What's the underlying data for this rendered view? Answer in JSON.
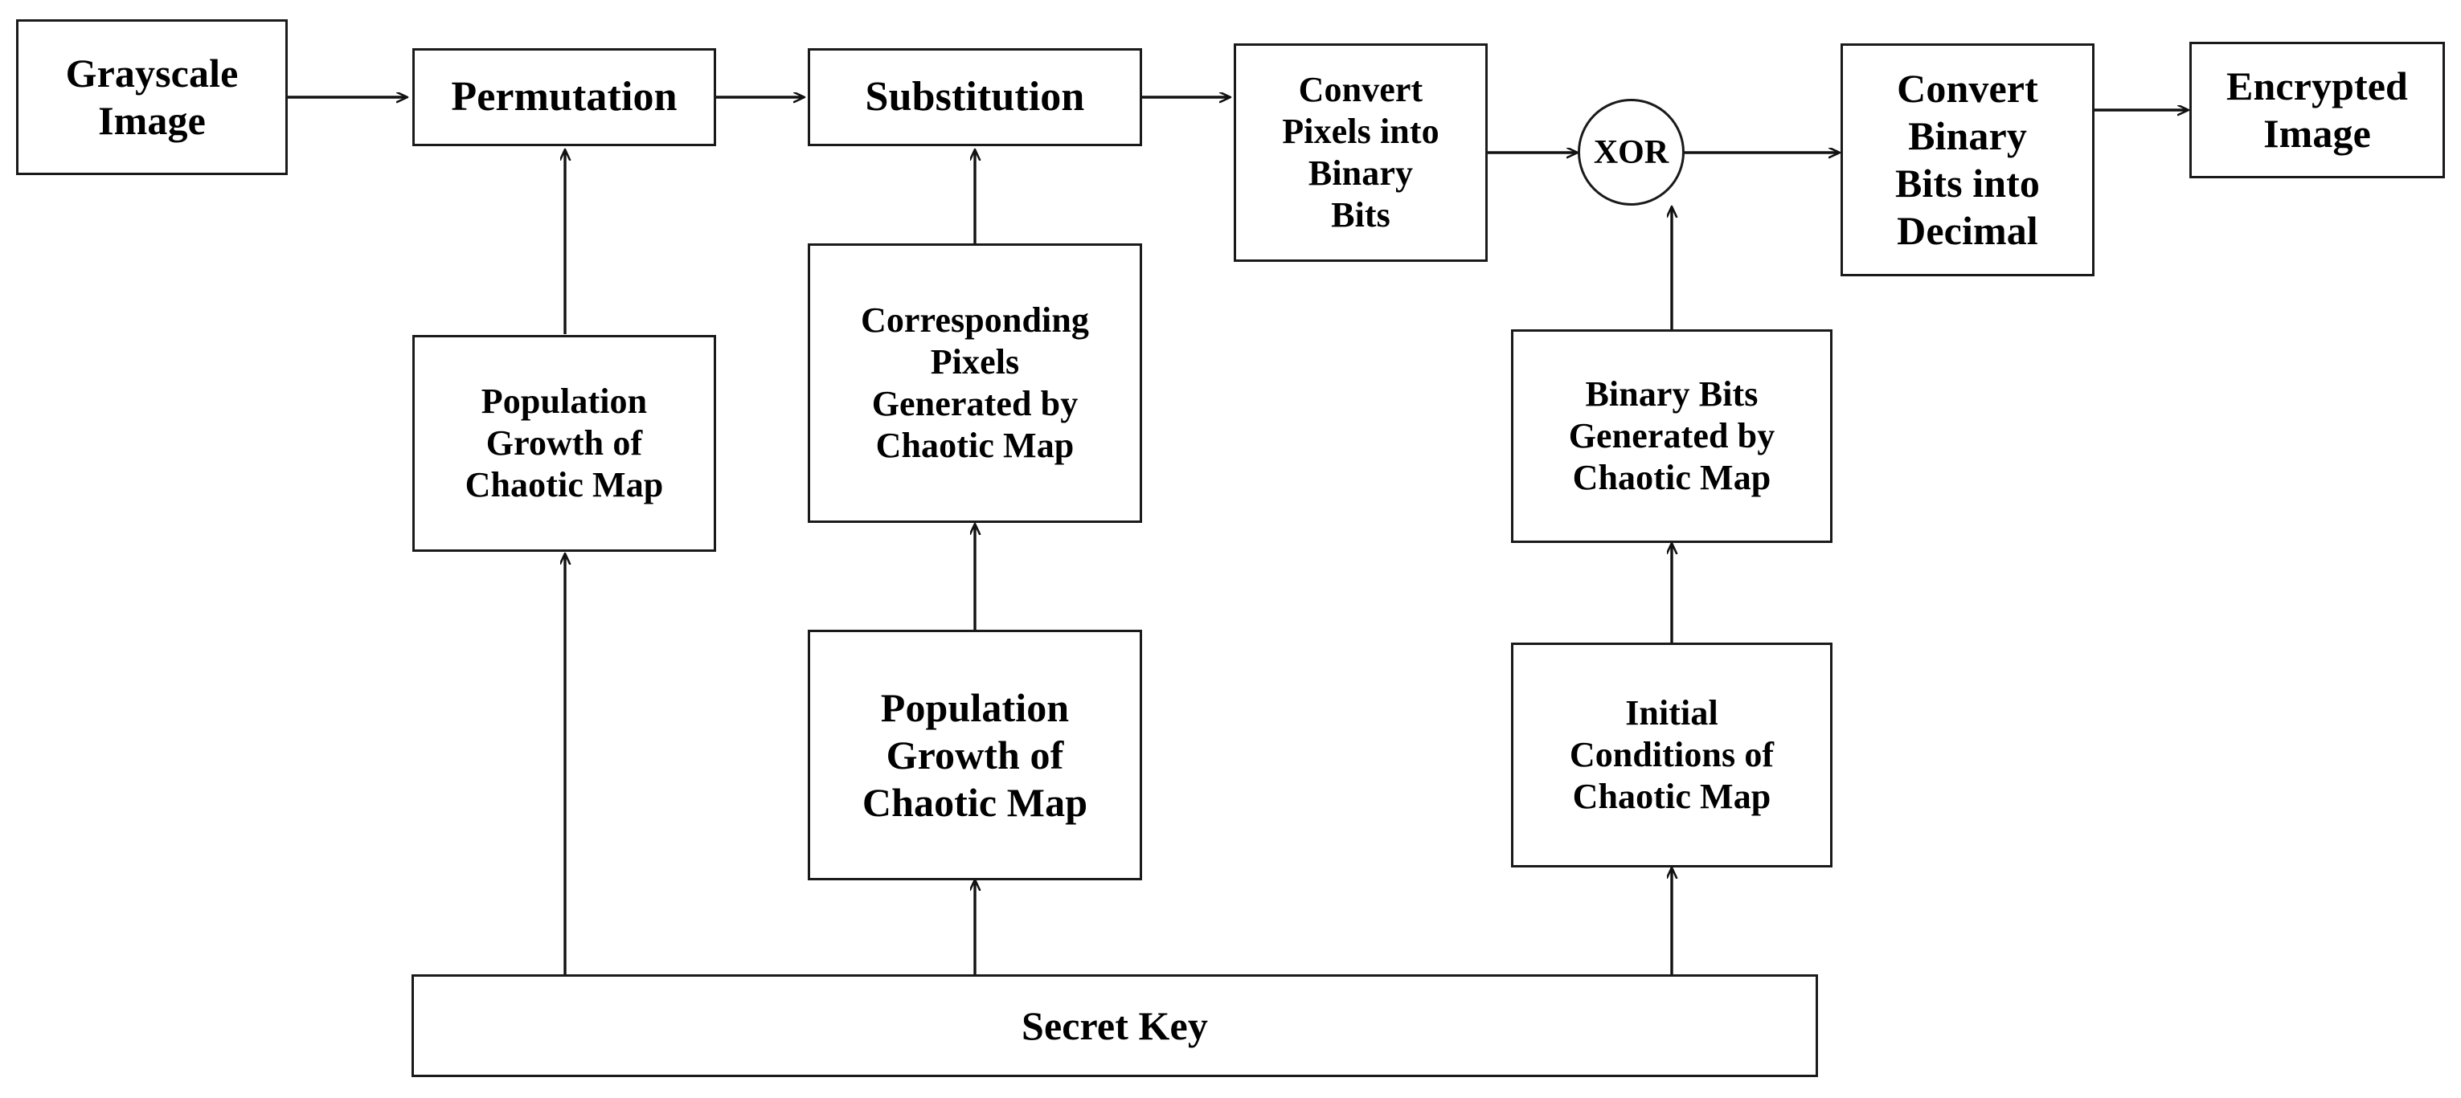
{
  "diagram": {
    "title": "Chaotic Map Based Image Encryption Block Diagram",
    "background_color": "#ffffff",
    "stroke_color": "#1a1a1a",
    "nodes": {
      "grayscale_image": "Grayscale\nImage",
      "permutation": "Permutation",
      "substitution": "Substitution",
      "convert_pixels_to_binary": "Convert\nPixels into\nBinary\nBits",
      "xor": "XOR",
      "convert_binary_to_decimal": "Convert\nBinary\nBits into\nDecimal",
      "encrypted_image": "Encrypted\nImage",
      "population_growth_left": "Population\nGrowth of\nChaotic Map",
      "corresponding_pixels": "Corresponding\nPixels\nGenerated by\nChaotic Map",
      "binary_bits_generated": "Binary Bits\nGenerated by\nChaotic Map",
      "population_growth_mid": "Population\nGrowth of\nChaotic Map",
      "initial_conditions": "Initial\nConditions of\nChaotic Map",
      "secret_key": "Secret Key"
    },
    "edges": [
      {
        "name": "grayscale-to-permutation",
        "from": "grayscale_image",
        "to": "permutation",
        "direction": "right"
      },
      {
        "name": "permutation-to-substitution",
        "from": "permutation",
        "to": "substitution",
        "direction": "right"
      },
      {
        "name": "substitution-to-convert-pixels",
        "from": "substitution",
        "to": "convert_pixels_to_binary",
        "direction": "right"
      },
      {
        "name": "convert-pixels-to-xor",
        "from": "convert_pixels_to_binary",
        "to": "xor",
        "direction": "right"
      },
      {
        "name": "xor-to-convert-binary",
        "from": "xor",
        "to": "convert_binary_to_decimal",
        "direction": "right"
      },
      {
        "name": "convert-binary-to-encrypted",
        "from": "convert_binary_to_decimal",
        "to": "encrypted_image",
        "direction": "right"
      },
      {
        "name": "population-growth-left-to-permutation",
        "from": "population_growth_left",
        "to": "permutation",
        "direction": "up"
      },
      {
        "name": "corresponding-pixels-to-substitution",
        "from": "corresponding_pixels",
        "to": "substitution",
        "direction": "up"
      },
      {
        "name": "binary-bits-to-xor",
        "from": "binary_bits_generated",
        "to": "xor",
        "direction": "up"
      },
      {
        "name": "population-growth-mid-to-corresponding-pixels",
        "from": "population_growth_mid",
        "to": "corresponding_pixels",
        "direction": "up"
      },
      {
        "name": "initial-conditions-to-binary-bits",
        "from": "initial_conditions",
        "to": "binary_bits_generated",
        "direction": "up"
      },
      {
        "name": "secret-key-to-population-growth-left",
        "from": "secret_key",
        "to": "population_growth_left",
        "direction": "up"
      },
      {
        "name": "secret-key-to-population-growth-mid",
        "from": "secret_key",
        "to": "population_growth_mid",
        "direction": "up"
      },
      {
        "name": "secret-key-to-initial-conditions",
        "from": "secret_key",
        "to": "initial_conditions",
        "direction": "up"
      }
    ]
  }
}
